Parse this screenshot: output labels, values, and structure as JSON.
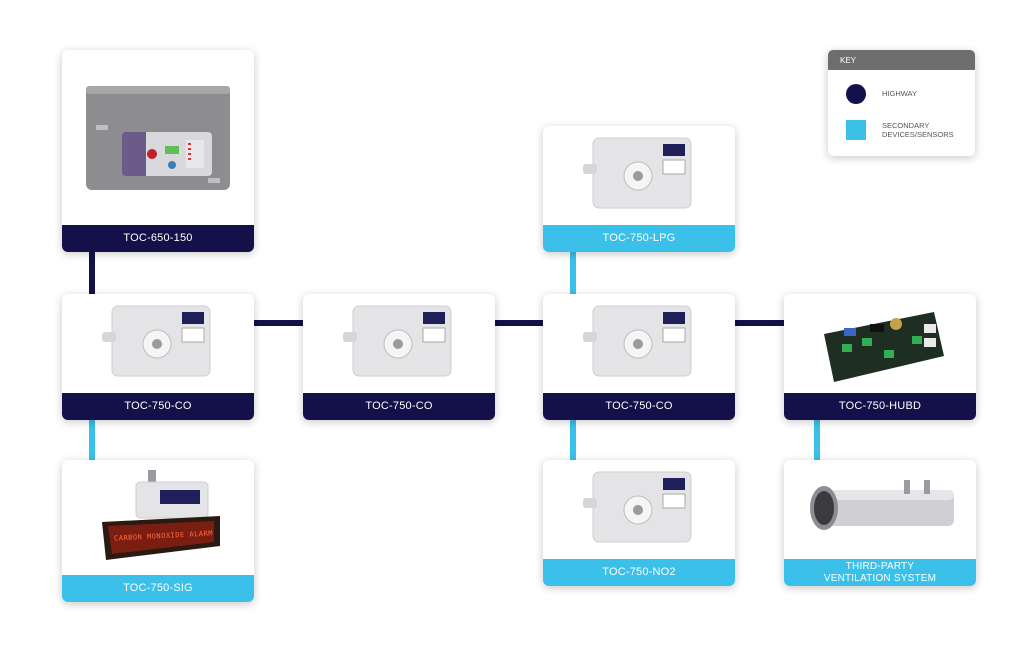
{
  "colors": {
    "highway": "#14104a",
    "secondary": "#3bc0ea"
  },
  "key": {
    "title": "KEY",
    "highway_label": "HIGHWAY",
    "secondary_label": "SECONDARY\nDEVICES/SENSORS"
  },
  "nodes": {
    "controller": {
      "label": "TOC-650-150"
    },
    "co1": {
      "label": "TOC-750-CO"
    },
    "co2": {
      "label": "TOC-750-CO"
    },
    "co3": {
      "label": "TOC-750-CO"
    },
    "hubd": {
      "label": "TOC-750-HUBD"
    },
    "sig": {
      "label": "TOC-750-SIG",
      "sign_text": "CARBON MONOXIDE ALARM"
    },
    "lpg": {
      "label": "TOC-750-LPG"
    },
    "no2": {
      "label": "TOC-750-NO2"
    },
    "vent": {
      "label": "THIRD-PARTY\nVENTILATION SYSTEM"
    }
  }
}
